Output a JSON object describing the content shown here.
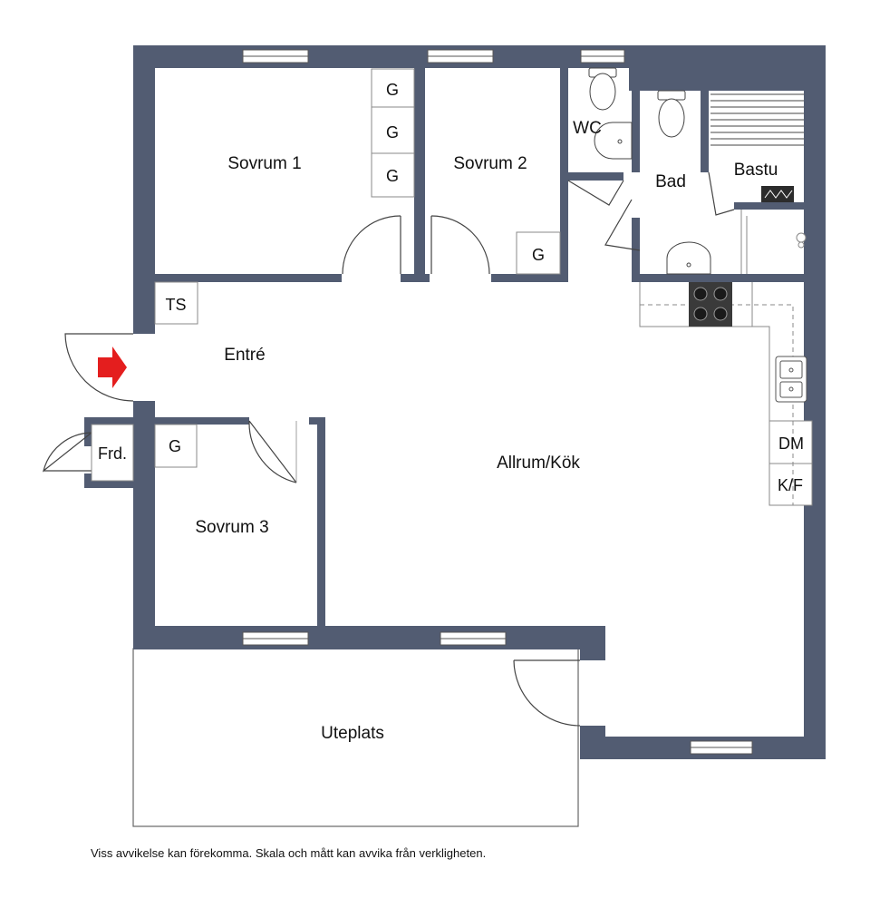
{
  "colors": {
    "wall": "#525c72",
    "entrance_arrow": "#e41e1e",
    "line": "#555555"
  },
  "rooms": {
    "sovrum1": "Sovrum 1",
    "sovrum2": "Sovrum 2",
    "sovrum3": "Sovrum 3",
    "wc": "WC",
    "bad": "Bad",
    "bastu": "Bastu",
    "entre": "Entré",
    "allrum": "Allrum/Kök",
    "uteplats": "Uteplats",
    "frd": "Frd."
  },
  "fixtures": {
    "g": "G",
    "ts": "TS",
    "dm": "DM",
    "kf": "K/F"
  },
  "icons": {
    "entrance": "entrance-arrow-icon",
    "toilet": "toilet-icon",
    "sink": "sink-icon",
    "stove": "stove-icon",
    "sauna_heater": "sauna-heater-icon",
    "shower": "shower-icon"
  },
  "disclaimer": "Viss avvikelse kan förekomma. Skala och mått kan avvika från verkligheten."
}
